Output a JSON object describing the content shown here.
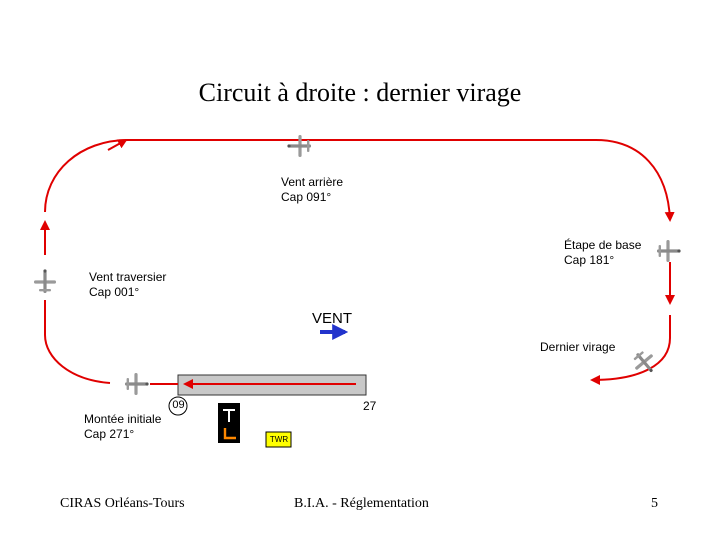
{
  "title": "Circuit à droite : dernier virage",
  "legs": {
    "downwind": {
      "name": "Vent arrière",
      "heading": "Cap 091°"
    },
    "base": {
      "name": "Étape de base",
      "heading": "Cap 181°"
    },
    "crosswind": {
      "name": "Vent traversier",
      "heading": "Cap 001°"
    },
    "final_turn": {
      "name": "Dernier virage"
    },
    "initial_climb": {
      "name": "Montée initiale",
      "heading": "Cap 271°"
    }
  },
  "wind": {
    "label": "VENT"
  },
  "runway": {
    "threshold_left": "09",
    "threshold_right": "27"
  },
  "tower": {
    "label": "TWR"
  },
  "footer": {
    "left": "CIRAS Orléans-Tours",
    "center": "B.I.A. - Réglementation",
    "page": "5"
  },
  "colors": {
    "circuit": "#e00000",
    "wind_arrow": "#2233cc",
    "runway": "#c8c8c8",
    "aircraft": "#999999"
  }
}
